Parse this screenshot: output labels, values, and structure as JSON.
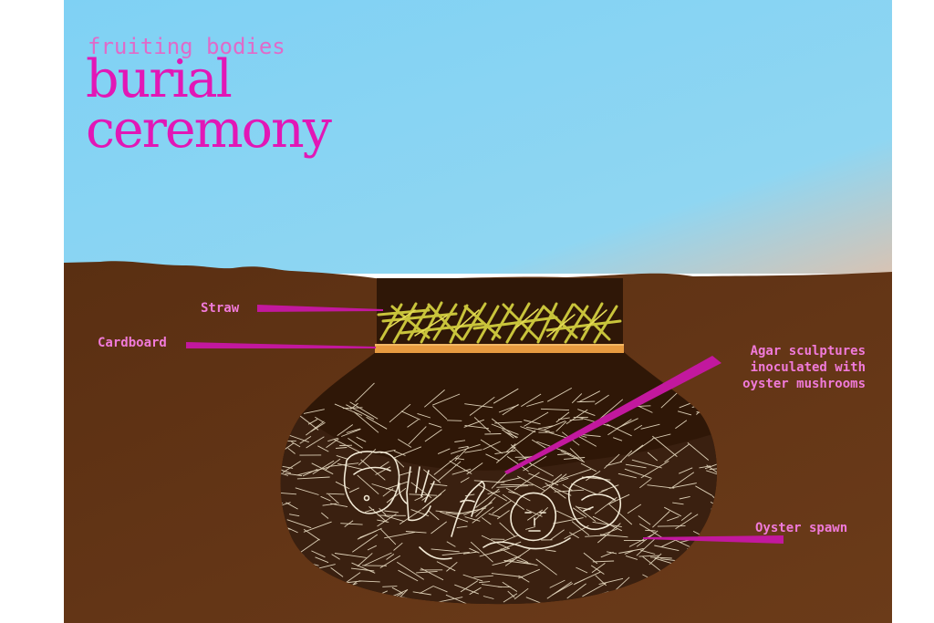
{
  "title": {
    "subtitle": "fruiting bodies",
    "line1": "burial",
    "line2": "ceremony"
  },
  "labels": {
    "straw": "Straw",
    "cardboard": "Cardboard",
    "agar_line1": "Agar sculptures",
    "agar_line2": "inoculated with",
    "agar_line3": "oyster mushrooms",
    "spawn": "Oyster spawn"
  },
  "colors": {
    "sky": "#86d3f3",
    "soil": "#5e3213",
    "pit": "#2d1608",
    "straw": "#c8c23a",
    "cardboard": "#e79a3f",
    "spawn": "#f1e7cf",
    "pointer": "#c2189e",
    "title": "#e217b6"
  }
}
